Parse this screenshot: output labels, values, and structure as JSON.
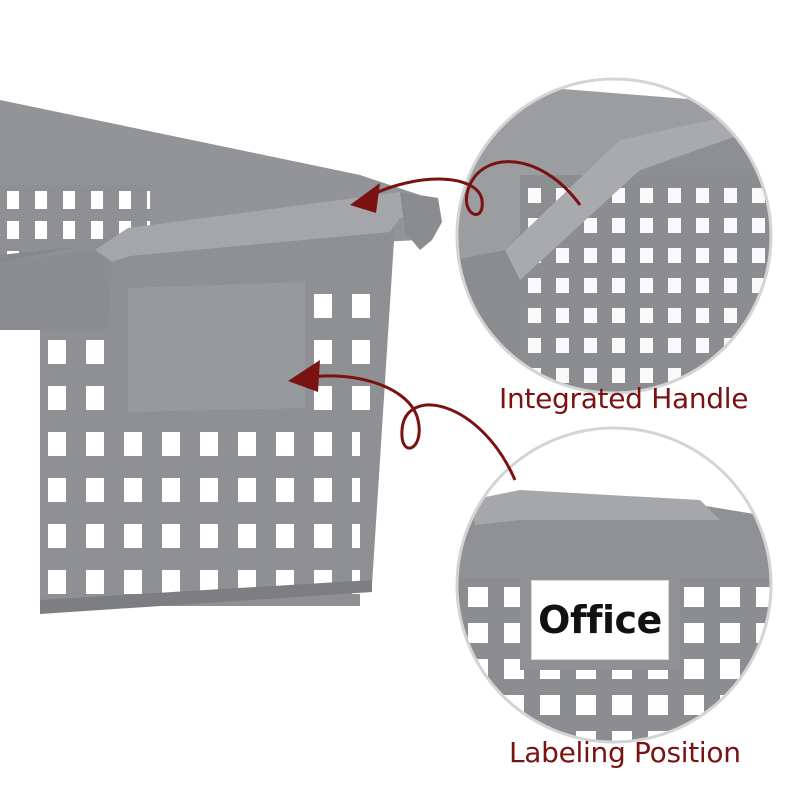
{
  "image": {
    "subject": "Gray plastic storage basket with callouts",
    "colors": {
      "background": "#ffffff",
      "basket": "#8e9093",
      "basket_dark": "#7e8083",
      "circle_border": "#d4d4d4",
      "arrow": "#7a1212"
    }
  },
  "callouts": {
    "top": {
      "caption": "Integrated Handle"
    },
    "bottom": {
      "caption": "Labeling Position",
      "label_text": "Office"
    }
  }
}
